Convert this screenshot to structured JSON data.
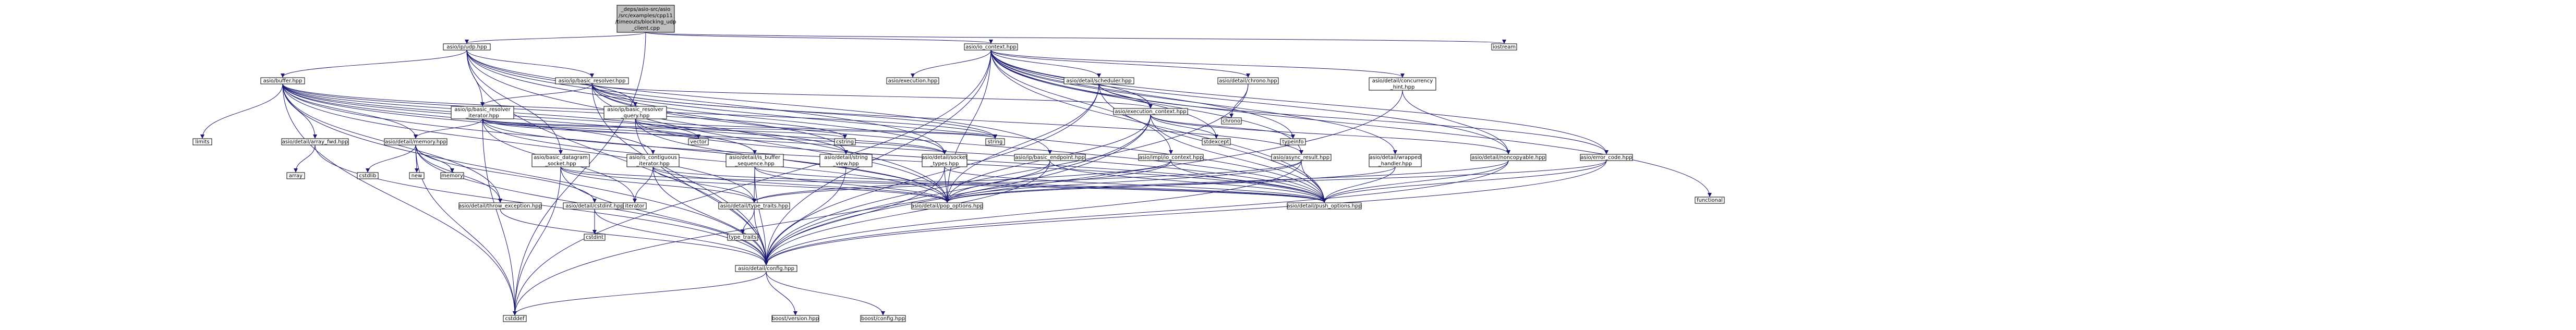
{
  "colors": {
    "root_fill": "#bfbfbf",
    "normal_fill": "#ffffff",
    "normal_text": "#000000",
    "missing_text": "#ff0000",
    "border": "#000000",
    "edge": "#191970"
  },
  "nodes": [
    {
      "id": "root",
      "lines": [
        "_deps/asio-src/asio",
        "/src/examples/cpp11",
        "/timeouts/blocking_udp",
        "_client.cpp"
      ],
      "kind": "root"
    },
    {
      "id": "udp",
      "lines": [
        "asio/ip/udp.hpp"
      ],
      "kind": "normal"
    },
    {
      "id": "ioctx",
      "lines": [
        "asio/io_context.hpp"
      ],
      "kind": "normal"
    },
    {
      "id": "iostream",
      "lines": [
        "iostream"
      ],
      "kind": "plain"
    },
    {
      "id": "buffer",
      "lines": [
        "asio/buffer.hpp"
      ],
      "kind": "normal"
    },
    {
      "id": "basic_resolver",
      "lines": [
        "asio/ip/basic_resolver.hpp"
      ],
      "kind": "missing"
    },
    {
      "id": "execution",
      "lines": [
        "asio/execution.hpp"
      ],
      "kind": "missing"
    },
    {
      "id": "scheduler",
      "lines": [
        "asio/detail/scheduler.hpp"
      ],
      "kind": "missing"
    },
    {
      "id": "chrono_hpp",
      "lines": [
        "asio/detail/chrono.hpp"
      ],
      "kind": "normal"
    },
    {
      "id": "concurrency",
      "lines": [
        "asio/detail/concurrency",
        "_hint.hpp"
      ],
      "kind": "normal"
    },
    {
      "id": "chrono",
      "lines": [
        "chrono"
      ],
      "kind": "plain"
    },
    {
      "id": "basic_resolver_iter",
      "lines": [
        "asio/ip/basic_resolver",
        "_iterator.hpp"
      ],
      "kind": "missing"
    },
    {
      "id": "basic_resolver_query",
      "lines": [
        "asio/ip/basic_resolver",
        "_query.hpp"
      ],
      "kind": "missing"
    },
    {
      "id": "exec_ctx",
      "lines": [
        "asio/execution_context.hpp"
      ],
      "kind": "missing"
    },
    {
      "id": "limits",
      "lines": [
        "limits"
      ],
      "kind": "plain"
    },
    {
      "id": "array_fwd",
      "lines": [
        "asio/detail/array_fwd.hpp"
      ],
      "kind": "normal"
    },
    {
      "id": "memory_hpp",
      "lines": [
        "asio/detail/memory.hpp"
      ],
      "kind": "normal"
    },
    {
      "id": "basic_datagram",
      "lines": [
        "asio/basic_datagram",
        "_socket.hpp"
      ],
      "kind": "missing"
    },
    {
      "id": "is_contiguous",
      "lines": [
        "asio/is_contiguous",
        "_iterator.hpp"
      ],
      "kind": "normal"
    },
    {
      "id": "is_buffer_seq",
      "lines": [
        "asio/detail/is_buffer",
        "_sequence.hpp"
      ],
      "kind": "normal"
    },
    {
      "id": "string_view",
      "lines": [
        "asio/detail/string",
        "_view.hpp"
      ],
      "kind": "normal"
    },
    {
      "id": "socket_types",
      "lines": [
        "asio/detail/socket",
        "_types.hpp"
      ],
      "kind": "missing"
    },
    {
      "id": "basic_endpoint",
      "lines": [
        "asio/ip/basic_endpoint.hpp"
      ],
      "kind": "missing"
    },
    {
      "id": "impl_io_ctx",
      "lines": [
        "asio/impl/io_context.hpp"
      ],
      "kind": "missing"
    },
    {
      "id": "async_result",
      "lines": [
        "asio/async_result.hpp"
      ],
      "kind": "normal"
    },
    {
      "id": "wrapped_handler",
      "lines": [
        "asio/detail/wrapped",
        "_handler.hpp"
      ],
      "kind": "missing"
    },
    {
      "id": "noncopyable",
      "lines": [
        "asio/detail/noncopyable.hpp"
      ],
      "kind": "normal"
    },
    {
      "id": "error_code",
      "lines": [
        "asio/error_code.hpp"
      ],
      "kind": "missing"
    },
    {
      "id": "vector",
      "lines": [
        "vector"
      ],
      "kind": "plain"
    },
    {
      "id": "cstring",
      "lines": [
        "cstring"
      ],
      "kind": "plain"
    },
    {
      "id": "string",
      "lines": [
        "string"
      ],
      "kind": "plain"
    },
    {
      "id": "stdexcept",
      "lines": [
        "stdexcept"
      ],
      "kind": "plain"
    },
    {
      "id": "typeinfo",
      "lines": [
        "typeinfo"
      ],
      "kind": "plain"
    },
    {
      "id": "array",
      "lines": [
        "array"
      ],
      "kind": "plain"
    },
    {
      "id": "cstdlib",
      "lines": [
        "cstdlib"
      ],
      "kind": "plain"
    },
    {
      "id": "new",
      "lines": [
        "new"
      ],
      "kind": "plain"
    },
    {
      "id": "memory",
      "lines": [
        "memory"
      ],
      "kind": "plain"
    },
    {
      "id": "throw_exception",
      "lines": [
        "asio/detail/throw_exception.hpp"
      ],
      "kind": "normal"
    },
    {
      "id": "cstdint_hpp",
      "lines": [
        "asio/detail/cstdint.hpp"
      ],
      "kind": "normal"
    },
    {
      "id": "iterator",
      "lines": [
        "iterator"
      ],
      "kind": "plain"
    },
    {
      "id": "type_traits_hpp",
      "lines": [
        "asio/detail/type_traits.hpp"
      ],
      "kind": "normal"
    },
    {
      "id": "pop_options",
      "lines": [
        "asio/detail/pop_options.hpp"
      ],
      "kind": "normal"
    },
    {
      "id": "push_options",
      "lines": [
        "asio/detail/push_options.hpp"
      ],
      "kind": "normal"
    },
    {
      "id": "functional",
      "lines": [
        "functional"
      ],
      "kind": "plain"
    },
    {
      "id": "cstdint",
      "lines": [
        "cstdint"
      ],
      "kind": "plain"
    },
    {
      "id": "type_traits",
      "lines": [
        "type_traits"
      ],
      "kind": "plain"
    },
    {
      "id": "config",
      "lines": [
        "asio/detail/config.hpp"
      ],
      "kind": "normal"
    },
    {
      "id": "cstddef",
      "lines": [
        "cstddef"
      ],
      "kind": "plain"
    },
    {
      "id": "boost_version",
      "lines": [
        "boost/version.hpp"
      ],
      "kind": "plain"
    },
    {
      "id": "boost_config",
      "lines": [
        "boost/config.hpp"
      ],
      "kind": "plain"
    }
  ]
}
